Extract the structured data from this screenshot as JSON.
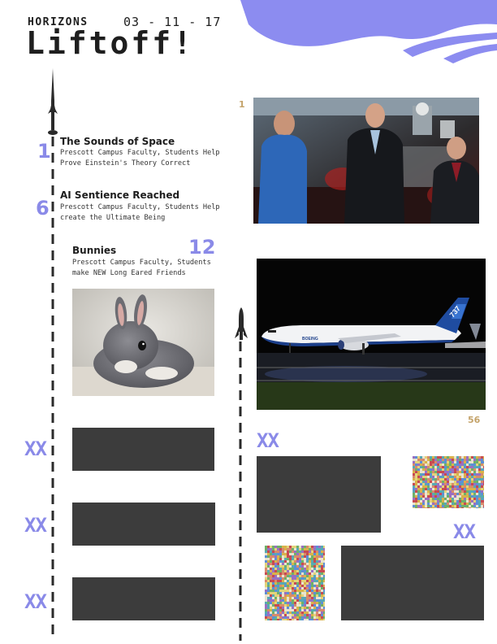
{
  "header": {
    "brand": "HORIZONS",
    "date": "03 - 11 - 17",
    "title": "Liftoff!"
  },
  "articles": [
    {
      "number": "1",
      "headline": "The Sounds of Space",
      "lines": [
        "Prescott Campus Faculty, Students Help",
        "Prove Einstein's Theory Correct"
      ]
    },
    {
      "number": "6",
      "headline": "AI Sentience Reached",
      "lines": [
        "Prescott Campus Faculty, Students Help",
        "create the Ultimate Being"
      ]
    },
    {
      "number": "12",
      "headline": "Bunnies",
      "lines": [
        "Prescott Campus Faculty, Students",
        "make NEW Long Eared Friends"
      ]
    }
  ],
  "page_refs": {
    "lab_photo": "1",
    "plane_photo": "56"
  },
  "placeholders": {
    "left_1": "XX",
    "left_2": "XX",
    "left_3": "XX",
    "right_1": "XX",
    "right_2": "XX"
  },
  "plane_tail": "737",
  "plane_body": "BOEING",
  "colors": {
    "accent": "#8a8ae8",
    "page_ref": "#c4a36a",
    "block": "#3c3c3c"
  }
}
